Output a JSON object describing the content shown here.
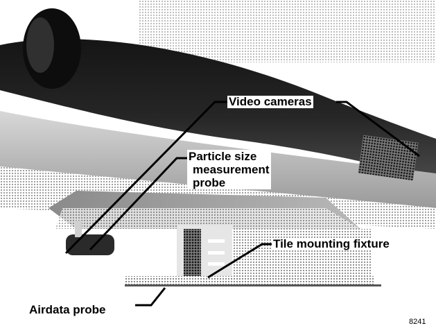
{
  "photo": {
    "callouts": {
      "video_cameras": "Video cameras",
      "particle_probe_line1": "Particle size",
      "particle_probe_line2": "measurement",
      "particle_probe_line3": "probe",
      "tile_fixture": "Tile mounting fixture",
      "airdata_probe": "Airdata probe"
    },
    "figure_number": "8241"
  }
}
